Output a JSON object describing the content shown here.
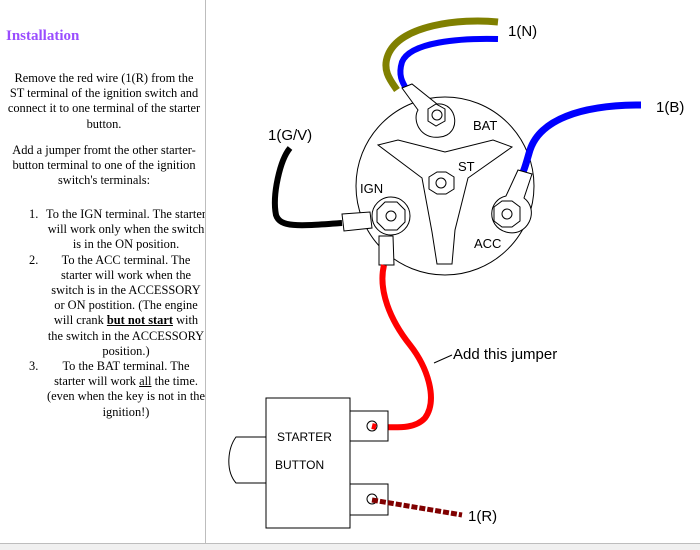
{
  "instructions": {
    "heading": "Installation",
    "paragraph1": "Remove the red wire (1(R) from the ST terminal of the ignition switch and connect it to one terminal of the starter button.",
    "paragraph2": "Add a jumper fromt the other starter-button terminal to one of the ignition switch's terminals:",
    "options": [
      {
        "num": "1.",
        "text": "To the IGN terminal.  The starter will work only when the switch is in the ON position."
      },
      {
        "num": "2.",
        "text_before": "To the ACC terminal.  The starter will work when the switch is in the ACCESSORY or ON postition.  (The engine will crank ",
        "bold_underline": "but not start",
        "text_after": " with the switch in the ACCESSORY position.)"
      },
      {
        "num": "3.",
        "text_before": "To the BAT terminal.  The starter will work ",
        "underline": "all",
        "text_after": " the time. (even when the key is not in the ignition!)"
      }
    ]
  },
  "diagram": {
    "terminals": {
      "bat": "BAT",
      "st": "ST",
      "ign": "IGN",
      "acc": "ACC"
    },
    "wire_labels": {
      "n": "1(N)",
      "b": "1(B)",
      "gv": "1(G/V)",
      "r": "1(R)"
    },
    "jumper_label": "Add this jumper",
    "starter_label_line1": "STARTER",
    "starter_label_line2": "BUTTON",
    "colors": {
      "olive_wire": "#808000",
      "blue_wire": "#0000ff",
      "black_wire": "#000000",
      "red_jumper": "#ff0000",
      "dashed_red": "#800000",
      "heading": "#9a4dff"
    }
  }
}
